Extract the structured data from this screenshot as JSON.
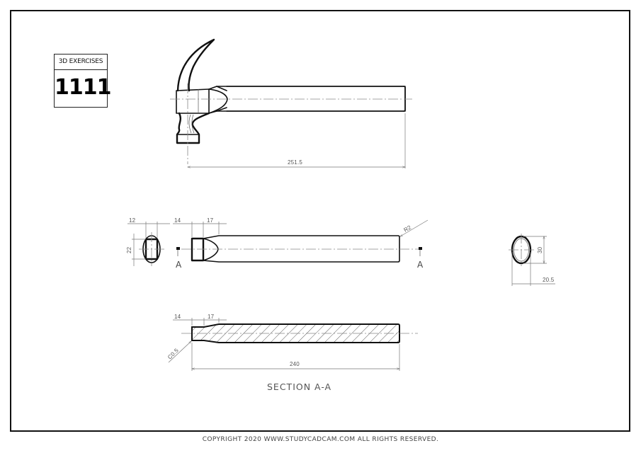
{
  "badge": {
    "header": "3D EXERCISES",
    "number": "1111"
  },
  "views": {
    "side_view": {
      "dimensions": {
        "overall_length": "251.5"
      }
    },
    "handle_view": {
      "dimensions": {
        "head_width": "12",
        "head_height": "22",
        "neck_length": "14",
        "taper_length": "17",
        "end_radius": "R2"
      },
      "section_marks": [
        "A",
        "A"
      ]
    },
    "end_view": {
      "dimensions": {
        "height": "30",
        "width": "20.5"
      }
    },
    "section_view": {
      "title": "SECTION A-A",
      "dimensions": {
        "neck_length": "14",
        "taper_length": "17",
        "chamfer": "C0.5",
        "handle_length": "240"
      }
    }
  },
  "footer": {
    "copyright": "COPYRIGHT  2020 WWW.STUDYCADCAM.COM ALL RIGHTS RESERVED."
  },
  "colors": {
    "line": "#111111",
    "dimension": "#777777",
    "background": "#ffffff"
  }
}
